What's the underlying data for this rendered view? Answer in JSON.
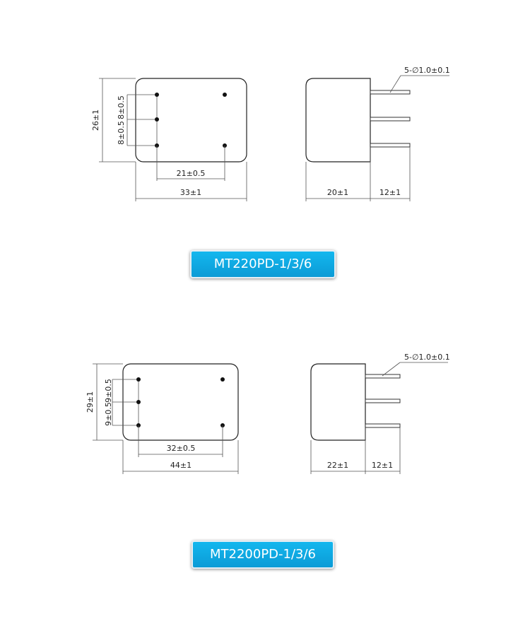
{
  "drawings": [
    {
      "model": "MT220PD-1/3/6",
      "front": {
        "height": "26±1",
        "pitch_top": "8±0.5",
        "pitch_bottom": "8±0.5",
        "pin_spacing": "21±0.5",
        "width": "33±1"
      },
      "side": {
        "pins": "5-∅1.0±0.1",
        "depth": "20±1",
        "pin_length": "12±1"
      }
    },
    {
      "model": "MT2200PD-1/3/6",
      "front": {
        "height": "29±1",
        "pitch_top": "9±0.5",
        "pitch_bottom": "9±0.5",
        "pin_spacing": "32±0.5",
        "width": "44±1"
      },
      "side": {
        "pins": "5-∅1.0±0.1",
        "depth": "22±1",
        "pin_length": "12±1"
      }
    }
  ]
}
